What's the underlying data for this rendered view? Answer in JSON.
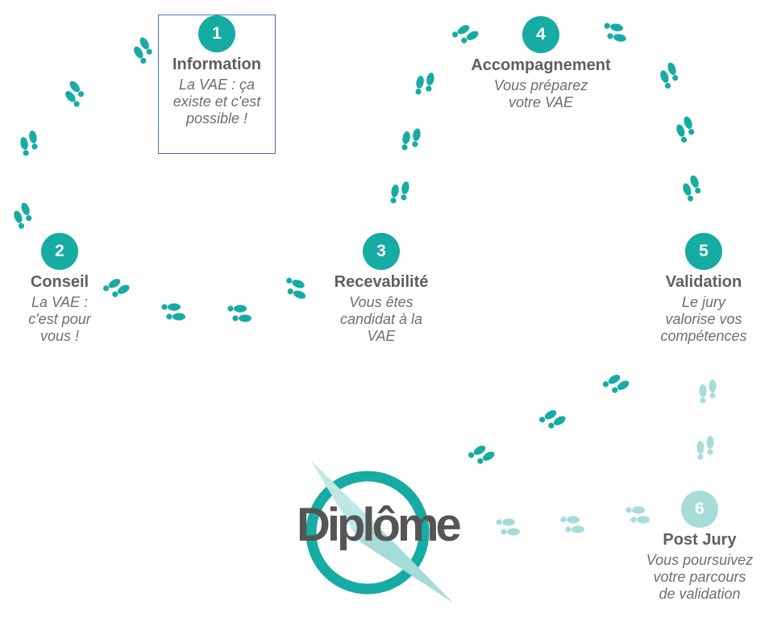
{
  "colors": {
    "accent": "#16aba3",
    "accent_faded": "#a8dcd9",
    "text_title": "#5f5f5f",
    "text_desc": "#6e6e6e"
  },
  "steps": [
    {
      "number": "1",
      "title": "Information",
      "desc": [
        "La VAE : ça",
        "existe et c'est",
        "possible !"
      ]
    },
    {
      "number": "2",
      "title": "Conseil",
      "desc": [
        "La VAE :",
        "c'est pour",
        "vous !"
      ]
    },
    {
      "number": "3",
      "title": "Recevabilité",
      "desc": [
        "Vous êtes",
        "candidat à la",
        "VAE"
      ]
    },
    {
      "number": "4",
      "title": "Accompagnement",
      "desc": [
        "Vous préparez",
        "votre VAE"
      ]
    },
    {
      "number": "5",
      "title": "Validation",
      "desc": [
        "Le jury",
        "valorise vos",
        "compétences"
      ]
    },
    {
      "number": "6",
      "title": "Post Jury",
      "desc": [
        "Vous poursuivez",
        "votre parcours",
        "de validation"
      ]
    }
  ],
  "diploma": {
    "label": "Diplôme"
  }
}
